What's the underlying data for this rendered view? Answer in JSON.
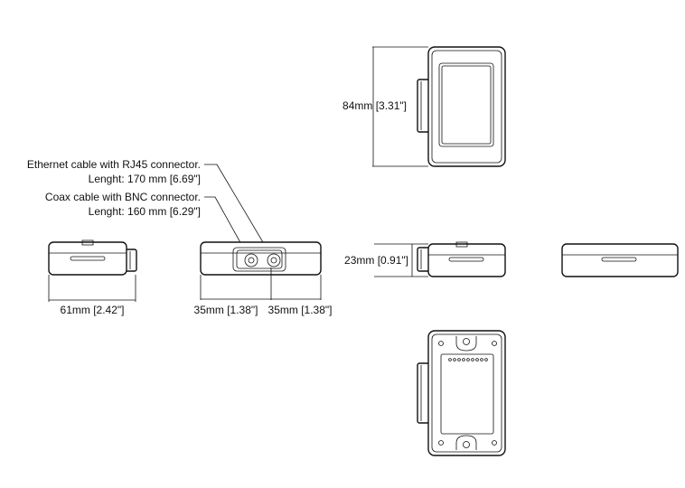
{
  "annotations": {
    "height": "84mm [3.31\"]",
    "depth": "23mm [0.91\"]",
    "width": "61mm [2.42\"]",
    "left_offset": "35mm [1.38\"]",
    "right_offset": "35mm [1.38\"]",
    "ethernet_title": "Ethernet cable with RJ45 connector.",
    "ethernet_length": "Lenght: 170 mm [6.69\"]",
    "coax_title": "Coax cable with BNC connector.",
    "coax_length": "Lenght: 160 mm [6.29\"]"
  },
  "colors": {
    "line": "#111111",
    "background": "#ffffff"
  }
}
